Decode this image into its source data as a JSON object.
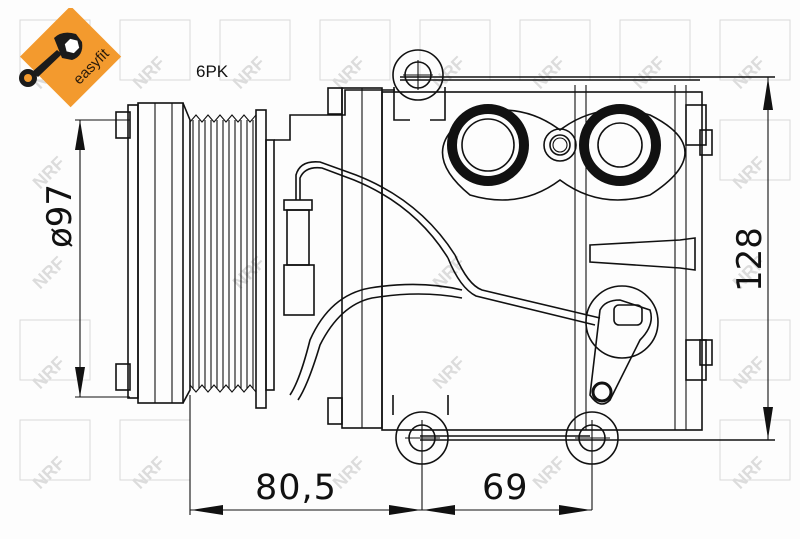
{
  "badge": {
    "label": "easyfit",
    "icon": "wrench-nut-icon",
    "color": "#F39A2E"
  },
  "drawing": {
    "subject": "A/C compressor technical drawing",
    "pulley_label": "6PK",
    "watermark": "NRF",
    "line_color": "#111111"
  },
  "dimensions": {
    "pulley_diameter": "ø97",
    "height": "128",
    "pulley_offset": "80,5",
    "mount_spacing": "69"
  }
}
